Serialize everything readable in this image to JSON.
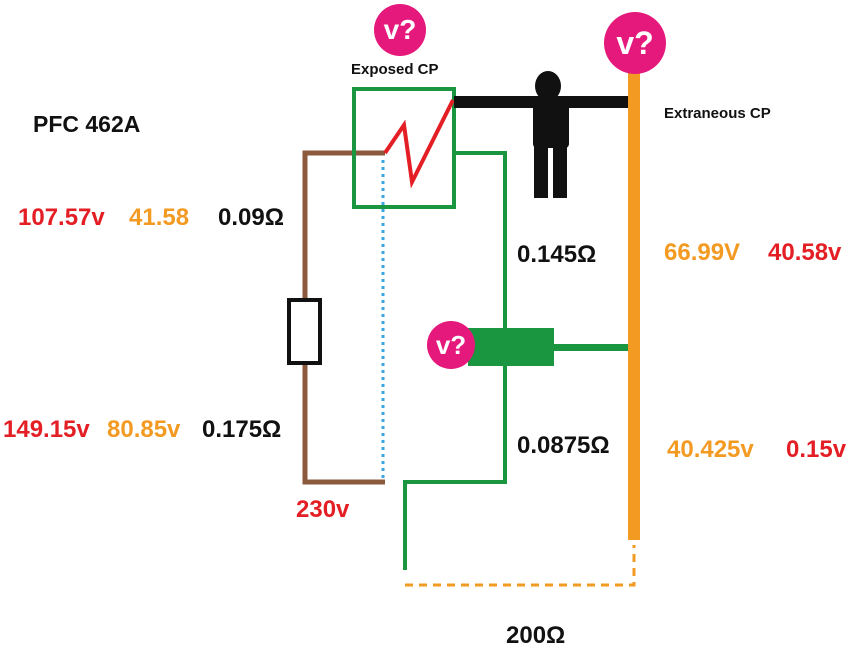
{
  "title": "PFC 462A",
  "labels": {
    "exposed_cp": "Exposed CP",
    "extraneous_cp": "Extraneous CP"
  },
  "badges": {
    "top_exposed": "v?",
    "top_extraneous": "v?",
    "mid_clamp": "v?"
  },
  "left_upper": {
    "v_red": "107.57v",
    "v_orange": "41.58",
    "r": "0.09Ω"
  },
  "left_lower": {
    "v_red": "149.15v",
    "v_orange": "80.85v",
    "r": "0.175Ω"
  },
  "supply": "230v",
  "middle_upper_r": "0.145Ω",
  "middle_lower_r": "0.0875Ω",
  "right_upper": {
    "v_orange": "66.99V",
    "v_red": "40.58v"
  },
  "right_lower": {
    "v_orange": "40.425v",
    "v_red": "0.15v"
  },
  "earth_r": "200Ω",
  "colors": {
    "red": "#e31e24",
    "orange": "#f39a22",
    "green": "#1a9641",
    "brown": "#8b5a3c",
    "blue_dotted": "#3aa6e0",
    "magenta": "#e5187b",
    "black": "#111111"
  }
}
